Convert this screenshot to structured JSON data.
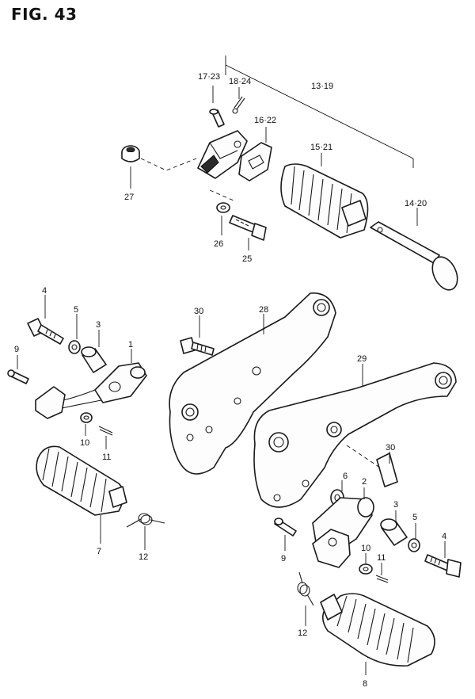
{
  "figure": {
    "title": "FIG. 43"
  },
  "callouts": {
    "c17_23": "17·23",
    "c18_24": "18·24",
    "c13_19": "13·19",
    "c16_22": "16·22",
    "c15_21": "15·21",
    "c27": "27",
    "c26": "26",
    "c25": "25",
    "c14_20": "14·20",
    "c4_left": "4",
    "c5_left": "5",
    "c3_left": "3",
    "c1": "1",
    "c30_top": "30",
    "c28": "28",
    "c29": "29",
    "c9_left": "9",
    "c10_left": "10",
    "c11_left": "11",
    "c7": "7",
    "c12_left": "12",
    "c30_right": "30",
    "c6": "6",
    "c2": "2",
    "c3_right": "3",
    "c5_right": "5",
    "c4_right": "4",
    "c9_right": "9",
    "c10_right": "10",
    "c11_right": "11",
    "c12_right": "12",
    "c8": "8"
  }
}
